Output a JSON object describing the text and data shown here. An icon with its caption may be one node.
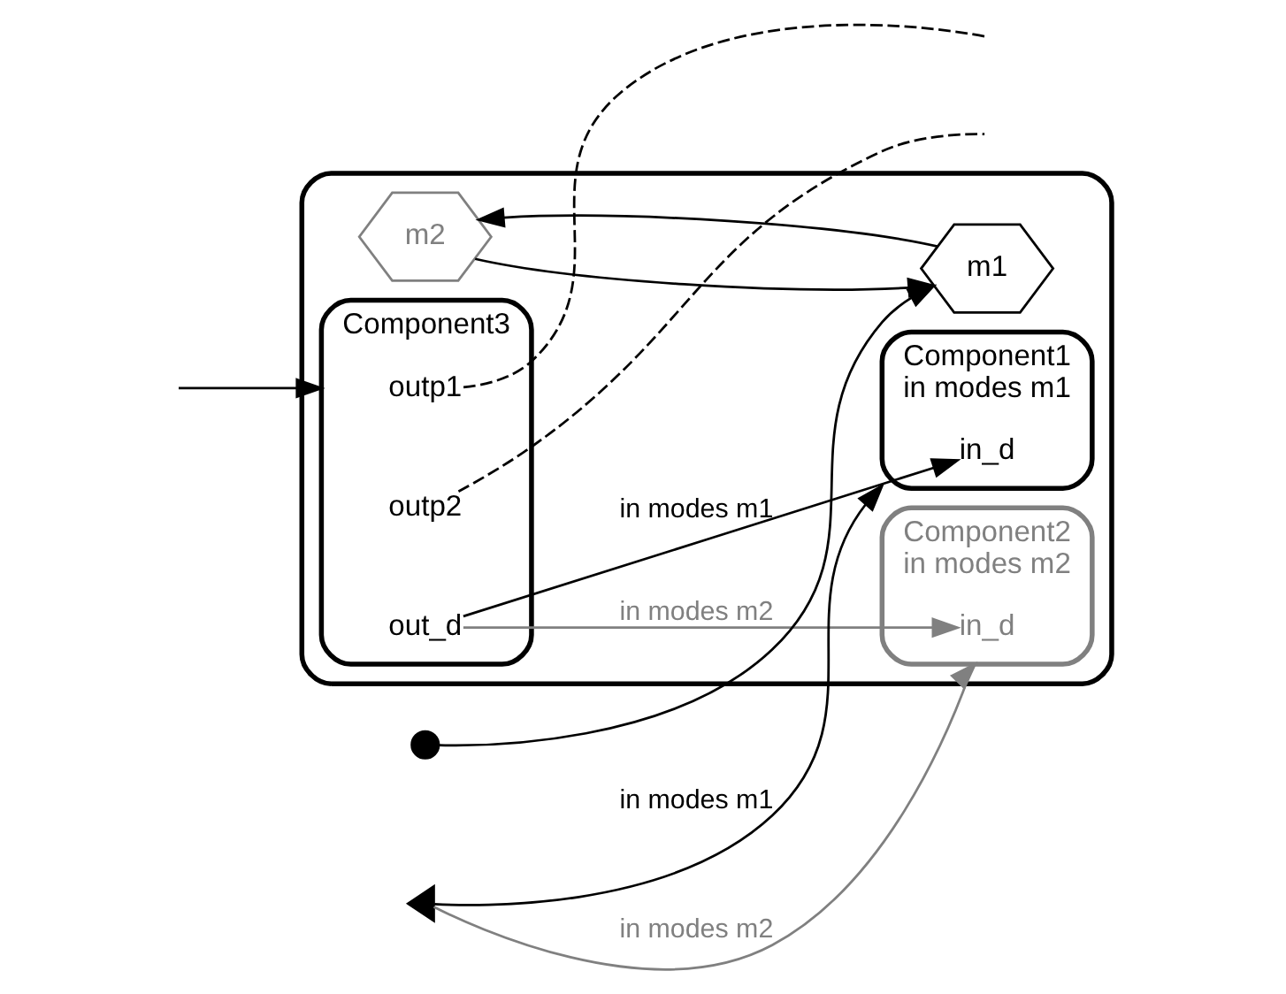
{
  "diagram": {
    "nodes": [
      {
        "text": [],
        "shape": "box"
      },
      {
        "text": [
          "Component1",
          "in modes m1"
        ],
        "in": 0
      },
      {
        "text": [
          "in_d"
        ],
        "in": 1
      },
      {
        "text": [
          "Component2",
          "in modes m2"
        ],
        "in": 0
      },
      {
        "text": [
          "in_d"
        ],
        "in": 3
      },
      {
        "text": [
          "Component3"
        ],
        "in": 0
      },
      {
        "text": [
          "outp1"
        ],
        "in": 5
      },
      {
        "text": [
          "outp2"
        ],
        "in": 5
      },
      {
        "text": [
          "out_d"
        ],
        "in": 5
      },
      {
        "text": [
          "m2"
        ],
        "in": 0
      },
      {
        "text": [
          "m1"
        ],
        "in": 0
      },
      {
        "text": [],
        "shape": "circle"
      },
      {
        "text": [],
        "shape": "triangle"
      }
    ],
    "edges": [
      {
        "from": 12,
        "to": 1,
        "arrow": "to",
        "label": "in modes m1"
      },
      {
        "from": 12,
        "to": 3,
        "arrow": "to",
        "label": "in modes m2",
        "color": "#808080"
      },
      {
        "from": 11,
        "to": 10,
        "arrow": "to"
      },
      {
        "from": 10,
        "to": 9,
        "arrow": "to"
      },
      {
        "from": 9,
        "to": 10,
        "arrow": "to"
      },
      {
        "from": 6,
        "to": null,
        "arrow": "none",
        "style": "dashed"
      },
      {
        "from": 7,
        "to": null,
        "arrow": "none",
        "style": "dashed"
      },
      {
        "from": null,
        "to": 5,
        "arrow": "to"
      },
      {
        "from": 8,
        "to": 2,
        "arrow": "to",
        "label": "in modes m1"
      },
      {
        "from": 8,
        "to": 4,
        "arrow": "to",
        "label": "in modes m2",
        "color": "#808080"
      }
    ]
  }
}
